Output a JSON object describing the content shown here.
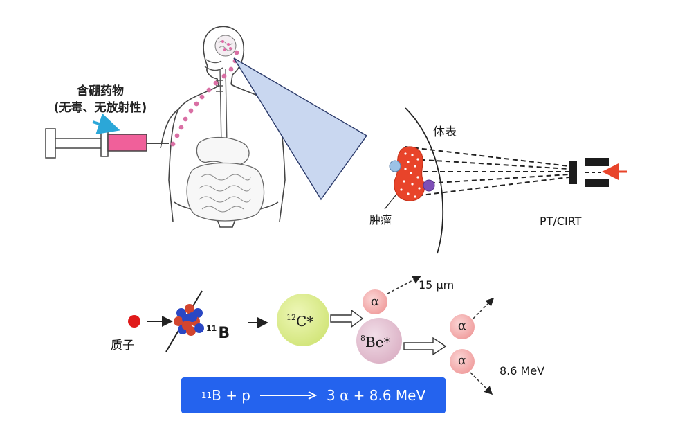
{
  "drug": {
    "line1": "含硼药物",
    "line2": "(无毒、无放射性)"
  },
  "treatment": {
    "surface_label": "体表",
    "tumor_label": "肿瘤",
    "beam_label": "PT/CIRT"
  },
  "reaction": {
    "proton_label": "质子",
    "b11_mass": "11",
    "b11_symbol": "B",
    "c12_mass": "12",
    "c12_symbol": "C*",
    "be8_mass": "8",
    "be8_symbol": "Be*",
    "alpha_symbol": "α",
    "range_label": "15 μm",
    "energy_label": "8.6 MeV"
  },
  "equation": {
    "lhs_mass": "11",
    "lhs": "B + p",
    "rhs": "3 α + 8.6 MeV"
  },
  "colors": {
    "drug": "#f0609a",
    "tumor": "#e8442a",
    "proton": "#e01a1a",
    "c12": "#dcec8e",
    "be8": "#e7c8d7",
    "alpha": "#f5b7b7",
    "equation_bg": "#2463ee",
    "beam_cone": "#c9d7f0",
    "beam_arrow": "#e8442a"
  }
}
